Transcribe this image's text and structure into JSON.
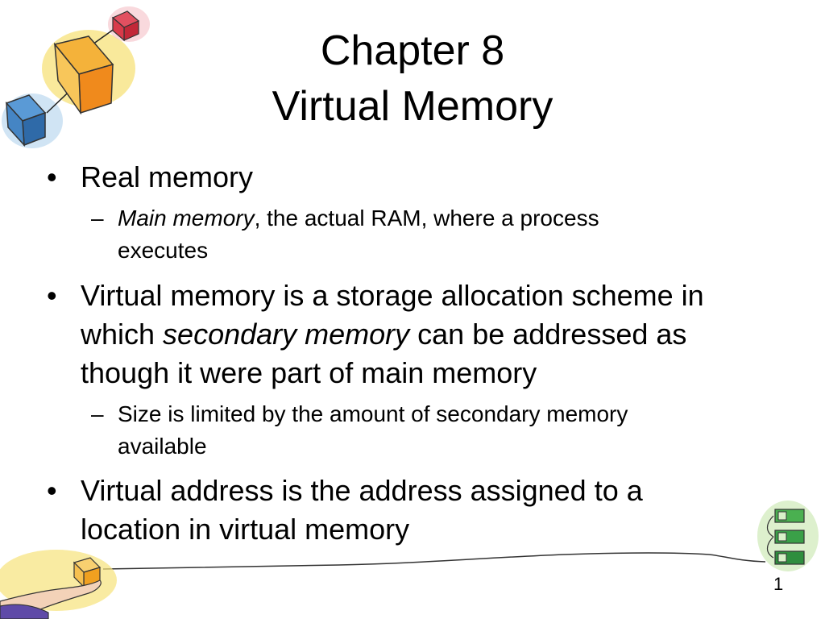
{
  "slide": {
    "title_line1": "Chapter 8",
    "title_line2": "Virtual Memory",
    "bullets": [
      {
        "lines": [
          "Real memory"
        ],
        "subs": [
          {
            "line1_italic": "Main memory",
            "line1_rest": ", the actual RAM, where a process",
            "line2": "executes"
          }
        ]
      },
      {
        "line1": "Virtual memory is a storage allocation scheme in",
        "line2_pre": "which ",
        "line2_italic": "secondary memory",
        "line2_post": " can be addressed as",
        "line3": "though it were part of main memory",
        "subs": [
          {
            "line1": "Size is limited by the amount of secondary memory",
            "line2": "available"
          }
        ]
      },
      {
        "lines": [
          "Virtual address is the address assigned to a",
          "location in virtual memory"
        ]
      }
    ],
    "bullet_char": "•",
    "dash_char": "–",
    "page_number": "1"
  },
  "decorations": {
    "cubes_icon": "cubes-illustration",
    "hand_icon": "hand-holding-cube-illustration",
    "stack_icon": "stacked-boxes-illustration",
    "colors": {
      "red": "#cc2b3a",
      "orange": "#f0a020",
      "blue": "#3a7fc0",
      "green": "#3aa048",
      "yellow": "#f7e27a",
      "purple": "#5f4aa8"
    }
  }
}
